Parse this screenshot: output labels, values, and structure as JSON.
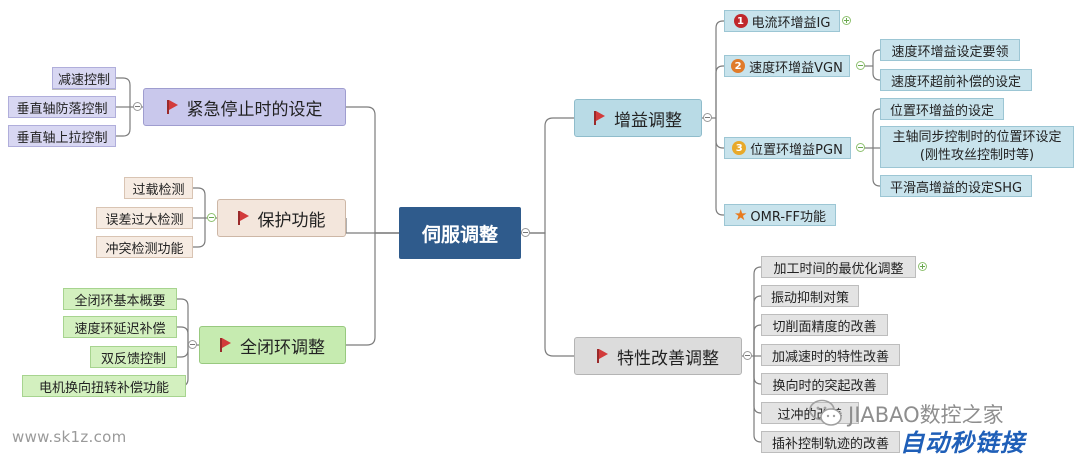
{
  "root": {
    "label": "伺服调整"
  },
  "emergency": {
    "label": "紧急停止时的设定",
    "items": [
      "减速控制",
      "垂直轴防落控制",
      "垂直轴上拉控制"
    ]
  },
  "protection": {
    "label": "保护功能",
    "items": [
      "过载检测",
      "误差过大检测",
      "冲突检测功能"
    ]
  },
  "fullclosed": {
    "label": "全闭环调整",
    "items": [
      "全闭环基本概要",
      "速度环延迟补偿",
      "双反馈控制",
      "电机换向扭转补偿功能"
    ]
  },
  "gain": {
    "label": "增益调整",
    "ig": {
      "badge": "1",
      "label": "电流环增益IG"
    },
    "vgn": {
      "badge": "2",
      "label": "速度环增益VGN",
      "items": [
        "速度环增益设定要领",
        "速度环超前补偿的设定"
      ]
    },
    "pgn": {
      "badge": "3",
      "label": "位置环增益PGN",
      "item1": "位置环增益的设定",
      "item2_line1": "主轴同步控制时的位置环设定",
      "item2_line2": "(刚性攻丝控制时等)",
      "item3": "平滑高增益的设定SHG"
    },
    "omr": {
      "label": "OMR-FF功能"
    }
  },
  "characteristic": {
    "label": "特性改善调整",
    "items": [
      "加工时间的最优化调整",
      "振动抑制对策",
      "切削面精度的改善",
      "加减速时的特性改善",
      "换向时的突起改善",
      "过冲的改善",
      "插补控制轨迹的改善"
    ]
  },
  "watermarks": {
    "left": "www.sk1z.com",
    "right_top": "JIABAO数控之家",
    "right_bottom": "自动秒链接"
  },
  "colors": {
    "root": "#2f5b8c",
    "badge1": "#c0282c",
    "badge2": "#e07b2a",
    "badge3": "#e8a92a",
    "star": "#e87a1d"
  }
}
